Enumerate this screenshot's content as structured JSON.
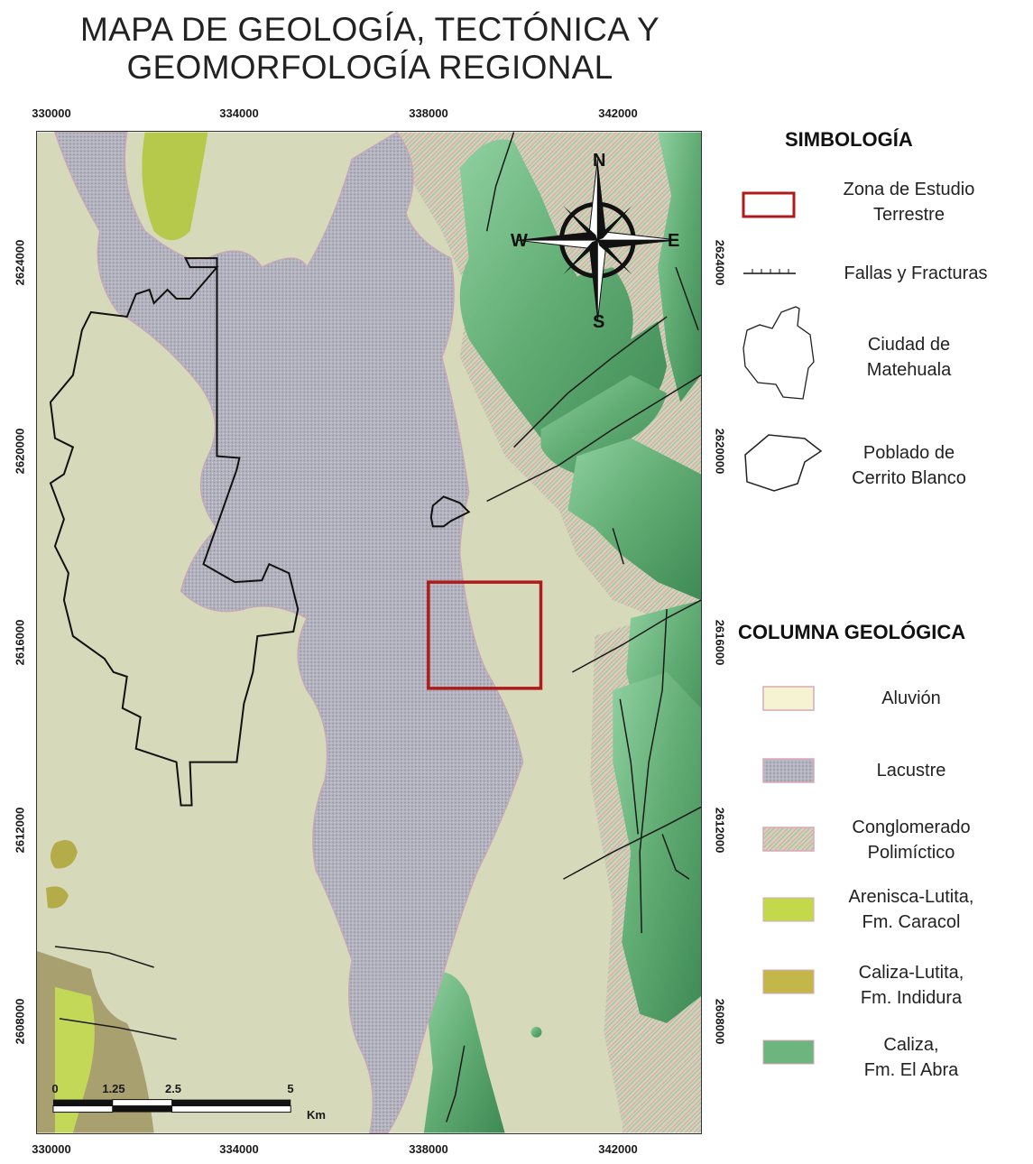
{
  "title": {
    "line1": "MAPA DE GEOLOGÍA, TECTÓNICA Y",
    "line2": "GEOMORFOLOGÍA REGIONAL"
  },
  "axes": {
    "x_ticks": [
      "330000",
      "334000",
      "338000",
      "342000"
    ],
    "y_ticks": [
      "2624000",
      "2620000",
      "2616000",
      "2612000",
      "2608000"
    ]
  },
  "compass": {
    "n": "N",
    "s": "S",
    "e": "E",
    "w": "W"
  },
  "scale_bar": {
    "ticks": [
      "0",
      "1.25",
      "2.5",
      "5"
    ],
    "unit": "Km"
  },
  "legend": {
    "symbology_title": "SIMBOLOGÍA",
    "symbology": [
      {
        "label1": "Zona de Estudio",
        "label2": "Terrestre"
      },
      {
        "label1": "Fallas y Fracturas",
        "label2": ""
      },
      {
        "label1": "Ciudad de",
        "label2": "Matehuala"
      },
      {
        "label1": "Poblado de",
        "label2": "Cerrito Blanco"
      }
    ],
    "geology_title": "COLUMNA GEOLÓGICA",
    "geology": [
      {
        "label1": "Aluvión",
        "label2": "",
        "color": "#f6f3d2"
      },
      {
        "label1": "Lacustre",
        "label2": "",
        "color": "#bdbcc6"
      },
      {
        "label1": "Conglomerado",
        "label2": "Polimíctico",
        "color": "#e8d9c4"
      },
      {
        "label1": "Arenisca-Lutita,",
        "label2": "Fm. Caracol",
        "color": "#c3d84a"
      },
      {
        "label1": "Caliza-Lutita,",
        "label2": "Fm. Indidura",
        "color": "#c3b74a"
      },
      {
        "label1": "Caliza,",
        "label2": "Fm. El Abra",
        "color": "#6cb57f"
      }
    ]
  },
  "colors": {
    "alluvium_map": "#d9dbbd",
    "lacustrine": "#b8b8c3",
    "limestone": "#6ab37d",
    "study_zone": "#b01a1a"
  }
}
